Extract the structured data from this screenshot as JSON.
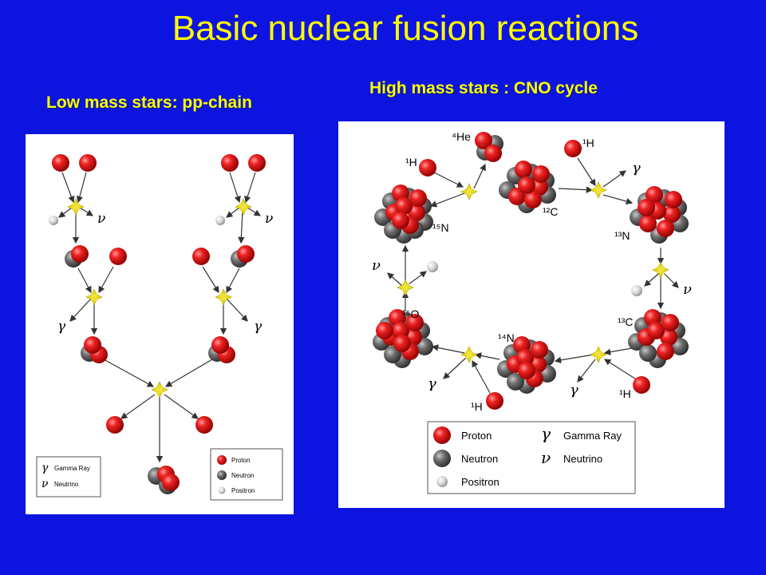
{
  "title": "Basic nuclear fusion reactions",
  "low_mass_label": "Low mass stars: pp-chain",
  "high_mass_label": "High mass stars : CNO cycle",
  "symbols": {
    "gamma": "γ",
    "nu": "ν"
  },
  "pp_legend": {
    "gamma": "Gamma Ray",
    "neutrino": "Neutrino",
    "proton": "Proton",
    "neutron": "Neutron",
    "positron": "Positron"
  },
  "cno_nuclei": {
    "he4": "⁴He",
    "h1a": "¹H",
    "h1b": "¹H",
    "h1c": "¹H",
    "h1d": "¹H",
    "c12": "¹²C",
    "n13": "¹³N",
    "c13": "¹³C",
    "n14": "¹⁴N",
    "o15": "¹⁵O",
    "n15": "¹⁵N"
  },
  "cno_legend": {
    "proton": "Proton",
    "neutron": "Neutron",
    "positron": "Positron",
    "gamma": "Gamma Ray",
    "neutrino": "Neutrino"
  },
  "colors": {
    "background": "#0d14e0",
    "title": "#ffff00",
    "proton": "#e8141c",
    "neutron": "#6a6a6a",
    "positron": "#d8d8d8",
    "flash": "#e8e010"
  }
}
